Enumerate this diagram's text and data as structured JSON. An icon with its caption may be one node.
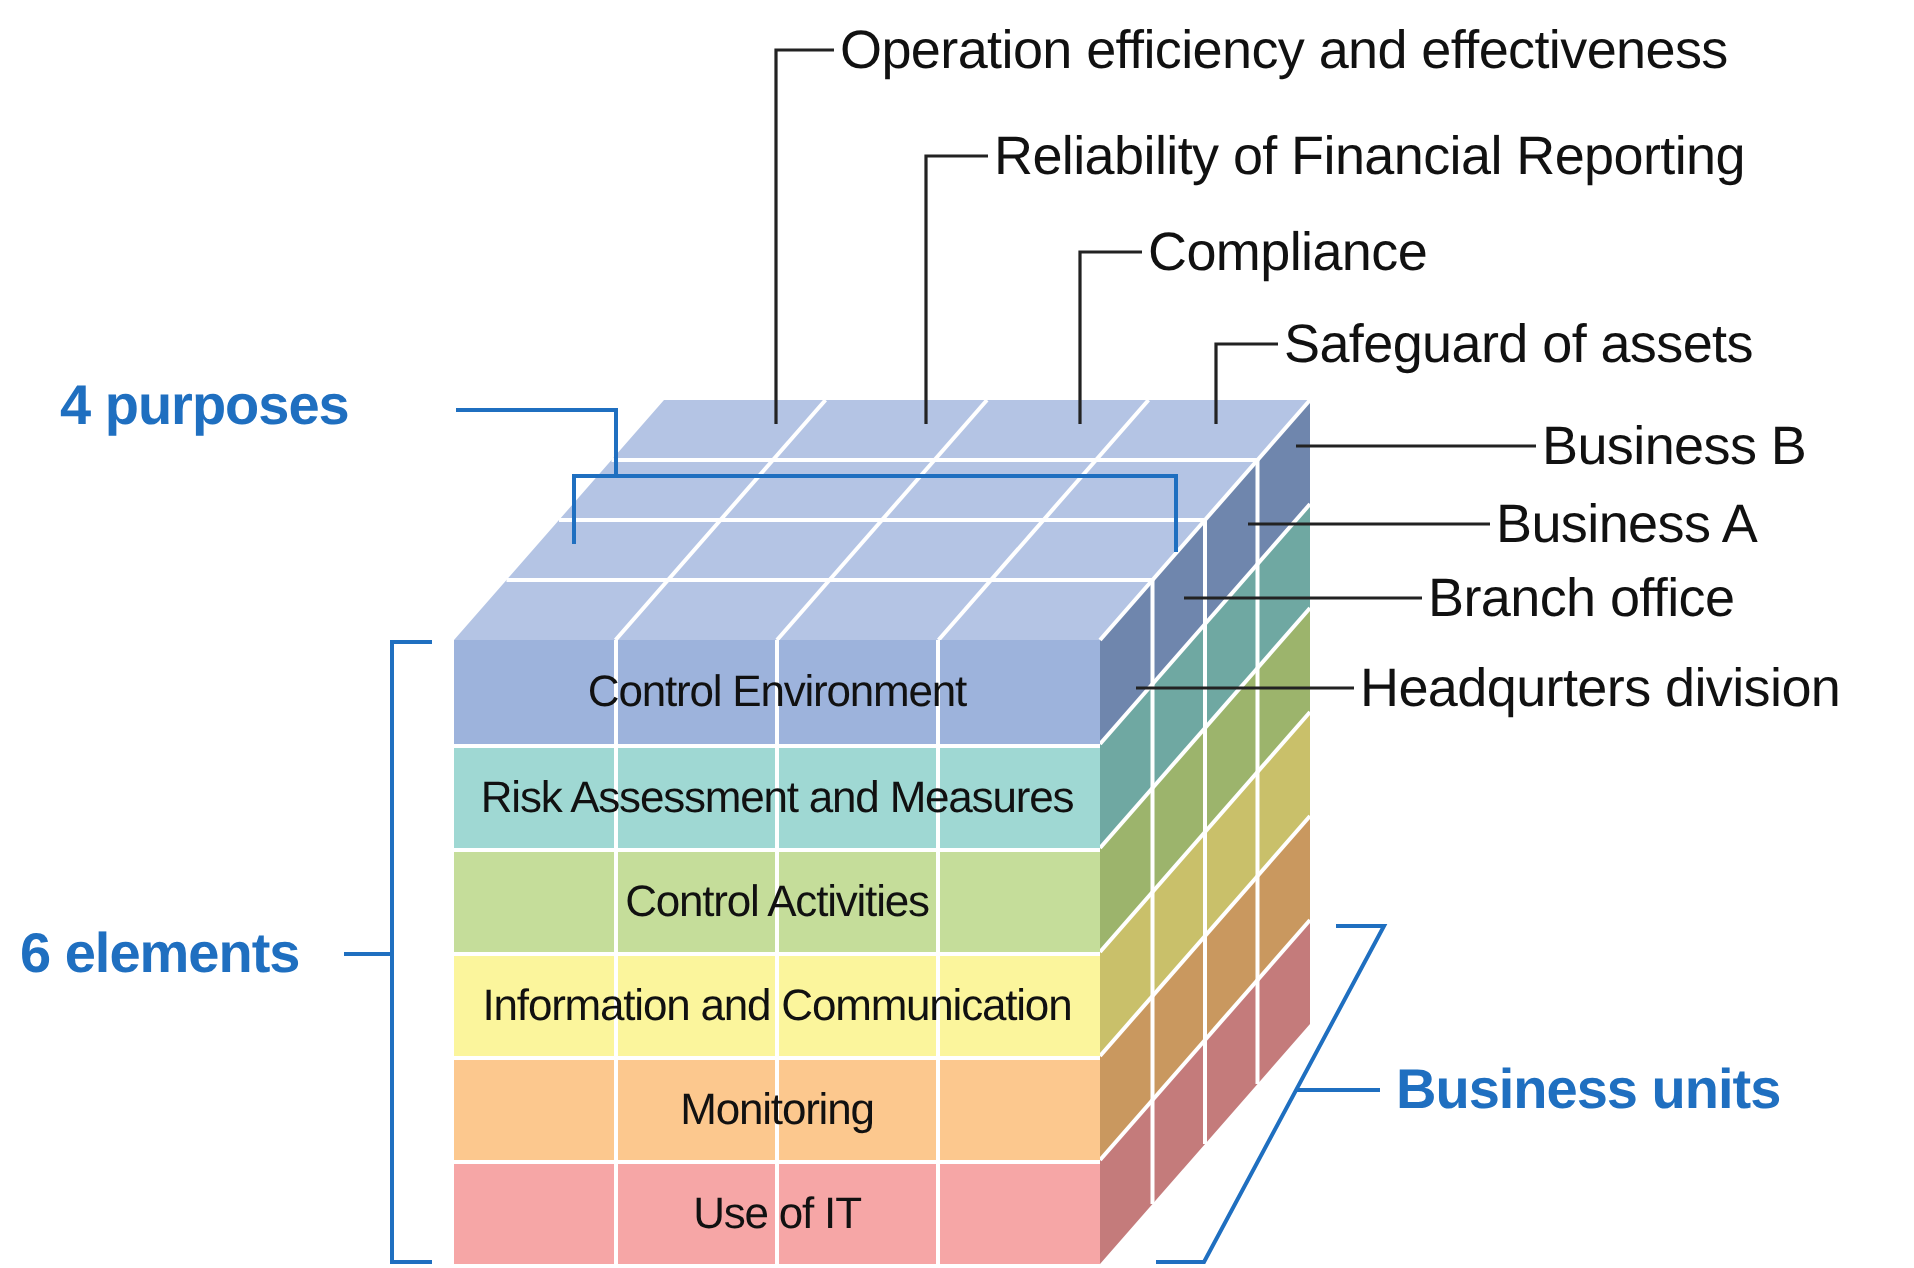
{
  "diagram": {
    "nodes": [
      {
        "text": [
          "Control Environment"
        ]
      },
      {
        "text": [
          "Risk Assessment and Measures"
        ]
      },
      {
        "text": [
          "Control Activities"
        ]
      },
      {
        "text": [
          "Information and Communication"
        ]
      },
      {
        "text": [
          "Monitoring"
        ]
      },
      {
        "text": [
          "Use of IT"
        ]
      },
      {
        "text": [
          "Operation efficiency and effectiveness"
        ]
      },
      {
        "text": [
          "Reliability of Financial Reporting"
        ]
      },
      {
        "text": [
          "Compliance"
        ]
      },
      {
        "text": [
          "Safeguard of assets"
        ]
      },
      {
        "text": [
          "Business B"
        ]
      },
      {
        "text": [
          "Business A"
        ]
      },
      {
        "text": [
          "Branch office"
        ]
      },
      {
        "text": [
          "Headqurters division"
        ]
      }
    ],
    "edges": [
      {
        "from": 6,
        "to": null,
        "arrow": "none"
      },
      {
        "from": 7,
        "to": null,
        "arrow": "none"
      },
      {
        "from": 8,
        "to": null,
        "arrow": "none"
      },
      {
        "from": 9,
        "to": null,
        "arrow": "none"
      },
      {
        "from": 10,
        "to": null,
        "arrow": "none"
      },
      {
        "from": 11,
        "to": null,
        "arrow": "none"
      },
      {
        "from": 12,
        "to": null,
        "arrow": "none"
      },
      {
        "from": 13,
        "to": null,
        "arrow": "none"
      }
    ],
    "labels": [
      "4 purposes",
      "6 elements",
      "Business units"
    ]
  }
}
